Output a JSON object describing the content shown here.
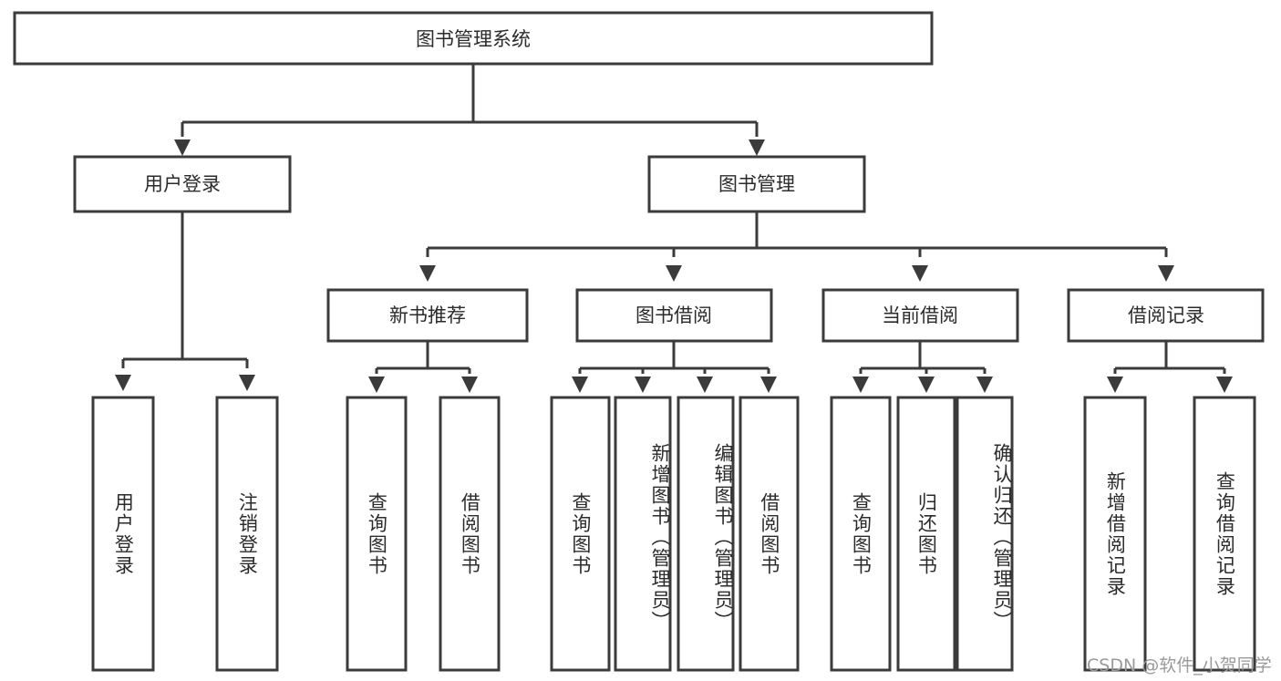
{
  "diagram": {
    "type": "tree-hierarchy-chart",
    "title": "图书管理系统",
    "orientation": "top-down",
    "colors": {
      "box_stroke": "#3b3b3b",
      "box_fill": "#ffffff",
      "connector": "#3b3b3b",
      "text": "#2b2b2b",
      "background": "#ffffff",
      "watermark": "#9a9a9a"
    },
    "levels": {
      "root": {
        "label": "图书管理系统"
      },
      "level2": [
        {
          "label": "用户登录"
        },
        {
          "label": "图书管理"
        }
      ],
      "level3": [
        {
          "label": "新书推荐"
        },
        {
          "label": "图书借阅"
        },
        {
          "label": "当前借阅"
        },
        {
          "label": "借阅记录"
        }
      ]
    },
    "groups": [
      {
        "parent": "用户登录",
        "leaves": [
          {
            "label": "用户登录",
            "align": "middle"
          },
          {
            "label": "注销登录",
            "align": "middle"
          }
        ]
      },
      {
        "parent": "新书推荐",
        "leaves": [
          {
            "label": "查询图书",
            "align": "middle"
          },
          {
            "label": "借阅图书",
            "align": "middle"
          }
        ]
      },
      {
        "parent": "图书借阅",
        "leaves": [
          {
            "label": "查询图书",
            "align": "middle"
          },
          {
            "label": "新增图书（管理员）",
            "align": "start"
          },
          {
            "label": "编辑图书（管理员）",
            "align": "start"
          },
          {
            "label": "借阅图书",
            "align": "middle"
          }
        ]
      },
      {
        "parent": "当前借阅",
        "leaves": [
          {
            "label": "查询图书",
            "align": "middle"
          },
          {
            "label": "归还图书",
            "align": "middle"
          },
          {
            "label": "确认归还（管理员）",
            "align": "start"
          }
        ]
      },
      {
        "parent": "借阅记录",
        "leaves": [
          {
            "label": "新增借阅记录",
            "align": "middle"
          },
          {
            "label": "查询借阅记录",
            "align": "middle"
          }
        ]
      }
    ]
  },
  "watermark": {
    "text": "CSDN @软件_小贺同学"
  }
}
